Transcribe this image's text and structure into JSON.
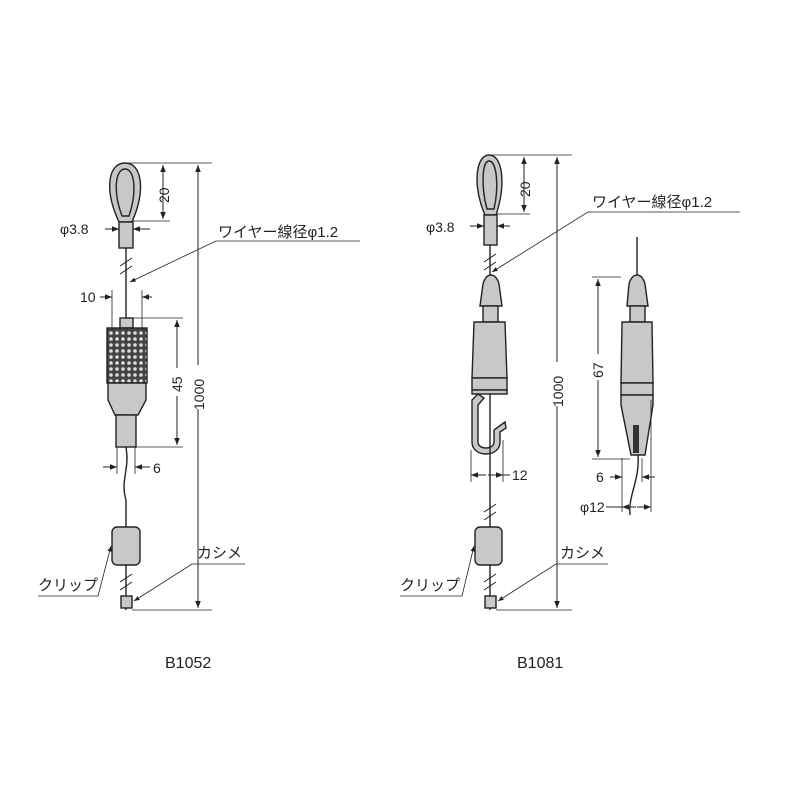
{
  "drawings": [
    {
      "model": "B1052",
      "dims": {
        "loop_height": "20",
        "sleeve_dia": "φ3.8",
        "grip_width": "10",
        "grip_length": "45",
        "tail_width": "6",
        "total_length": "1000"
      },
      "labels": {
        "wire": "ワイヤー線径φ1.2",
        "clip": "クリップ",
        "crimp": "カシメ"
      }
    },
    {
      "model": "B1081",
      "dims": {
        "loop_height": "20",
        "sleeve_dia": "φ3.8",
        "hook_width": "12",
        "total_length": "1000",
        "side_length": "67",
        "side_width": "6",
        "side_dia": "φ12"
      },
      "labels": {
        "wire": "ワイヤー線径φ1.2",
        "clip": "クリップ",
        "crimp": "カシメ"
      }
    }
  ]
}
